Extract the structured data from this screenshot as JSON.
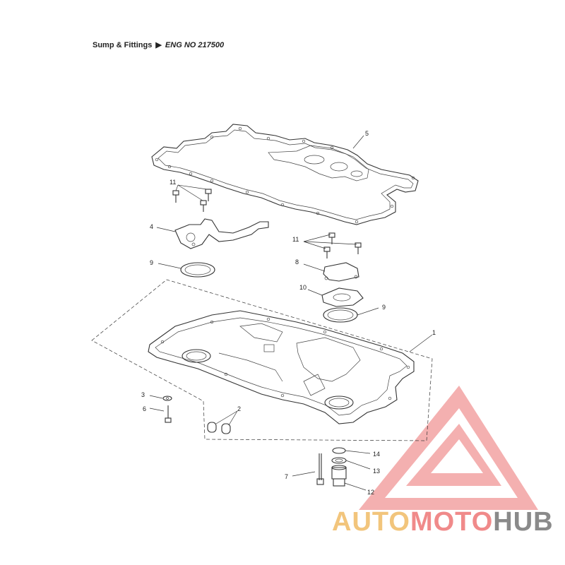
{
  "title": {
    "part_name": "Sump & Fittings",
    "arrow": "▶",
    "engine_label": "ENG NO 217500"
  },
  "callouts": [
    "1",
    "2",
    "3",
    "4",
    "5",
    "6",
    "7",
    "8",
    "9",
    "9",
    "10",
    "11",
    "11",
    "12",
    "13",
    "14"
  ],
  "logo": {
    "word_1": "AUTO",
    "word_2": "MOTO",
    "word_3": "HUB",
    "colors": {
      "auto": "#f2c57c",
      "moto": "#f08a8a",
      "hub": "#8a8a8a",
      "triangle": "#f08a8a"
    }
  }
}
